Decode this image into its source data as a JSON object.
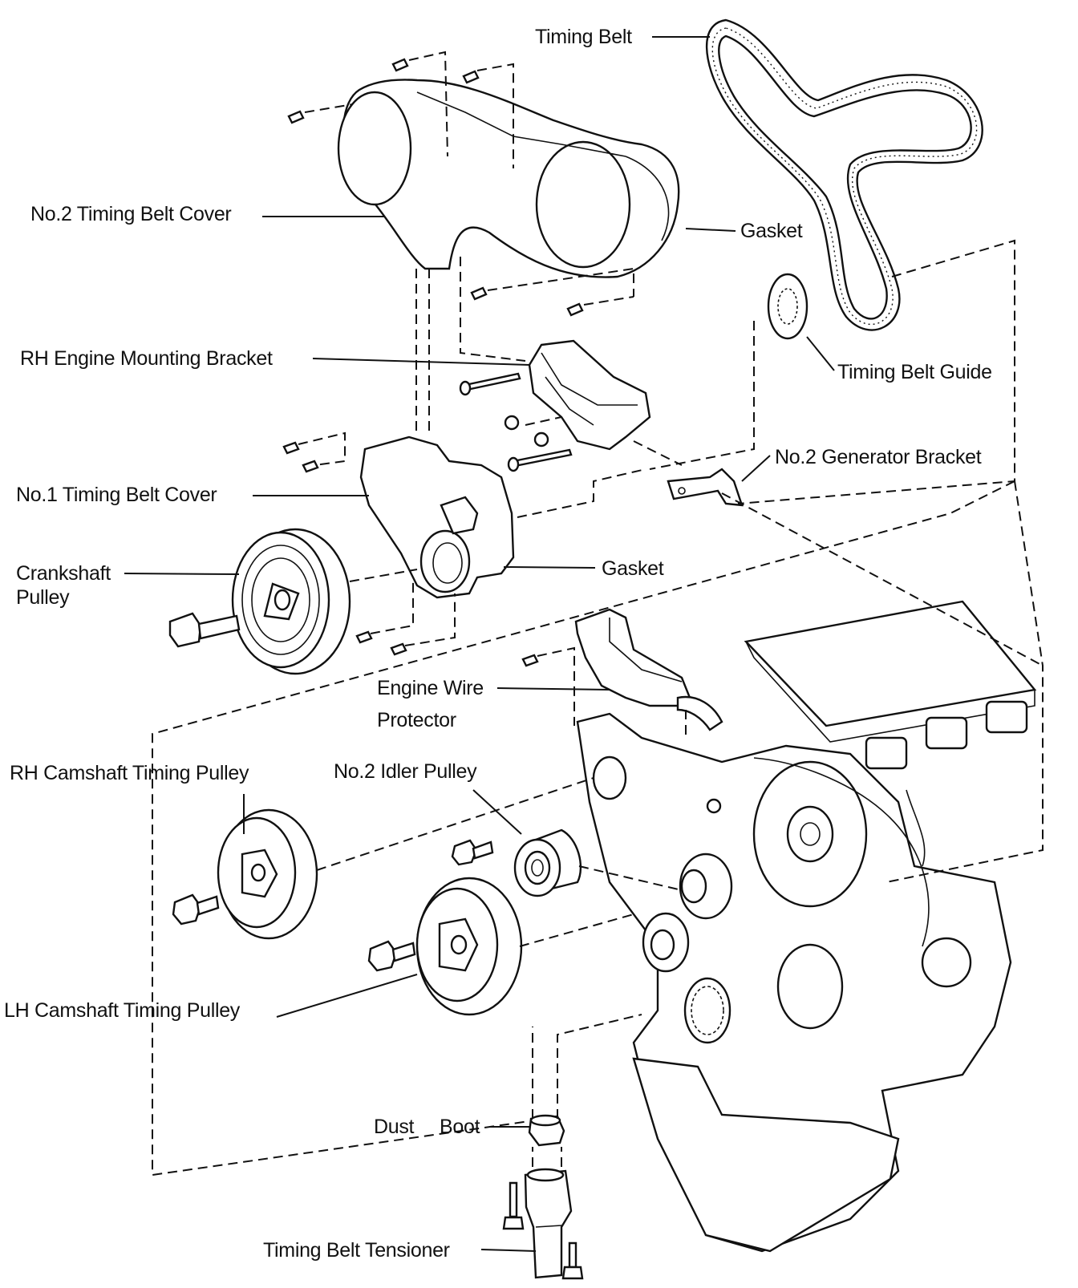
{
  "labels": {
    "timing_belt": "Timing Belt",
    "no2_timing_belt_cover": "No.2 Timing Belt Cover",
    "gasket_upper": "Gasket",
    "timing_belt_guide": "Timing Belt Guide",
    "rh_engine_mounting_bracket": "RH Engine Mounting Bracket",
    "no2_generator_bracket": "No.2 Generator Bracket",
    "no1_timing_belt_cover": "No.1 Timing Belt Cover",
    "gasket_lower": "Gasket",
    "crankshaft_pulley_1": "Crankshaft",
    "crankshaft_pulley_2": "Pulley",
    "engine_wire_protector_1": "Engine Wire",
    "engine_wire_protector_2": "Protector",
    "rh_camshaft_timing_pulley": "RH Camshaft Timing Pulley",
    "no2_idler_pulley": "No.2 Idler Pulley",
    "lh_camshaft_timing_pulley": "LH Camshaft Timing Pulley",
    "dust": "Dust",
    "boot": "Boot",
    "timing_belt_tensioner": "Timing Belt Tensioner"
  }
}
